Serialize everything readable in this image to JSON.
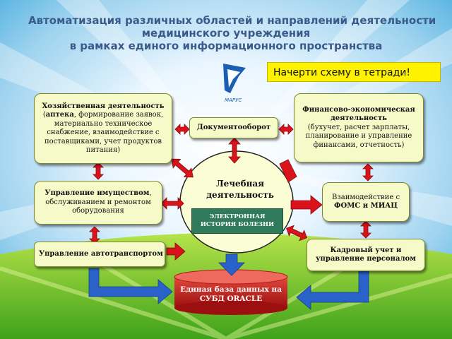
{
  "title": {
    "line1": "Автоматизация различных областей и направлений деятельности",
    "line2": "медицинского учреждения",
    "line3": "в рамках единого информационного пространства"
  },
  "note": "Начерти схему в тетради!",
  "logo_text": "МАРУС",
  "center": {
    "label_line1": "Лечебная",
    "label_line2": "деятельность",
    "ehr_line1": "ЭЛЕКТРОННАЯ",
    "ehr_line2": "ИСТОРИЯ БОЛЕЗНИ"
  },
  "nodes": {
    "economic": {
      "title": "Хозяйственная деятельность",
      "prefix": "(",
      "bold": "аптека",
      "text": ", формирование заявок, материально техническое снабжение, взаимодействие с поставщиками, учет продуктов питания)"
    },
    "docflow": "Документооборот",
    "financial": {
      "title": "Финансово-экономическая деятельность",
      "text": "(бухучет, расчет зарплаты, планирование и управление финансами, отчетность)"
    },
    "property": {
      "title": "Управление имуществом",
      "text": ", обслуживанием и ремонтом оборудования"
    },
    "foms": {
      "text": "Взаимодействие с",
      "bold": "ФОМС и МИАЦ"
    },
    "transport": "Управление автотранспортом",
    "hr": "Кадровый учет и управление персоналом",
    "database": {
      "line1": "Единая база данных на",
      "line2": "СУБД ORACLE"
    }
  },
  "colors": {
    "box_fill": "#f5fac8",
    "arrow_red": "#d8131b",
    "arrow_blue": "#2a62c9",
    "db_red": "#cc1f1f",
    "ehr_green": "#2f7a5a",
    "note_yellow": "#fff200",
    "title_blue": "#3a5a8a"
  }
}
